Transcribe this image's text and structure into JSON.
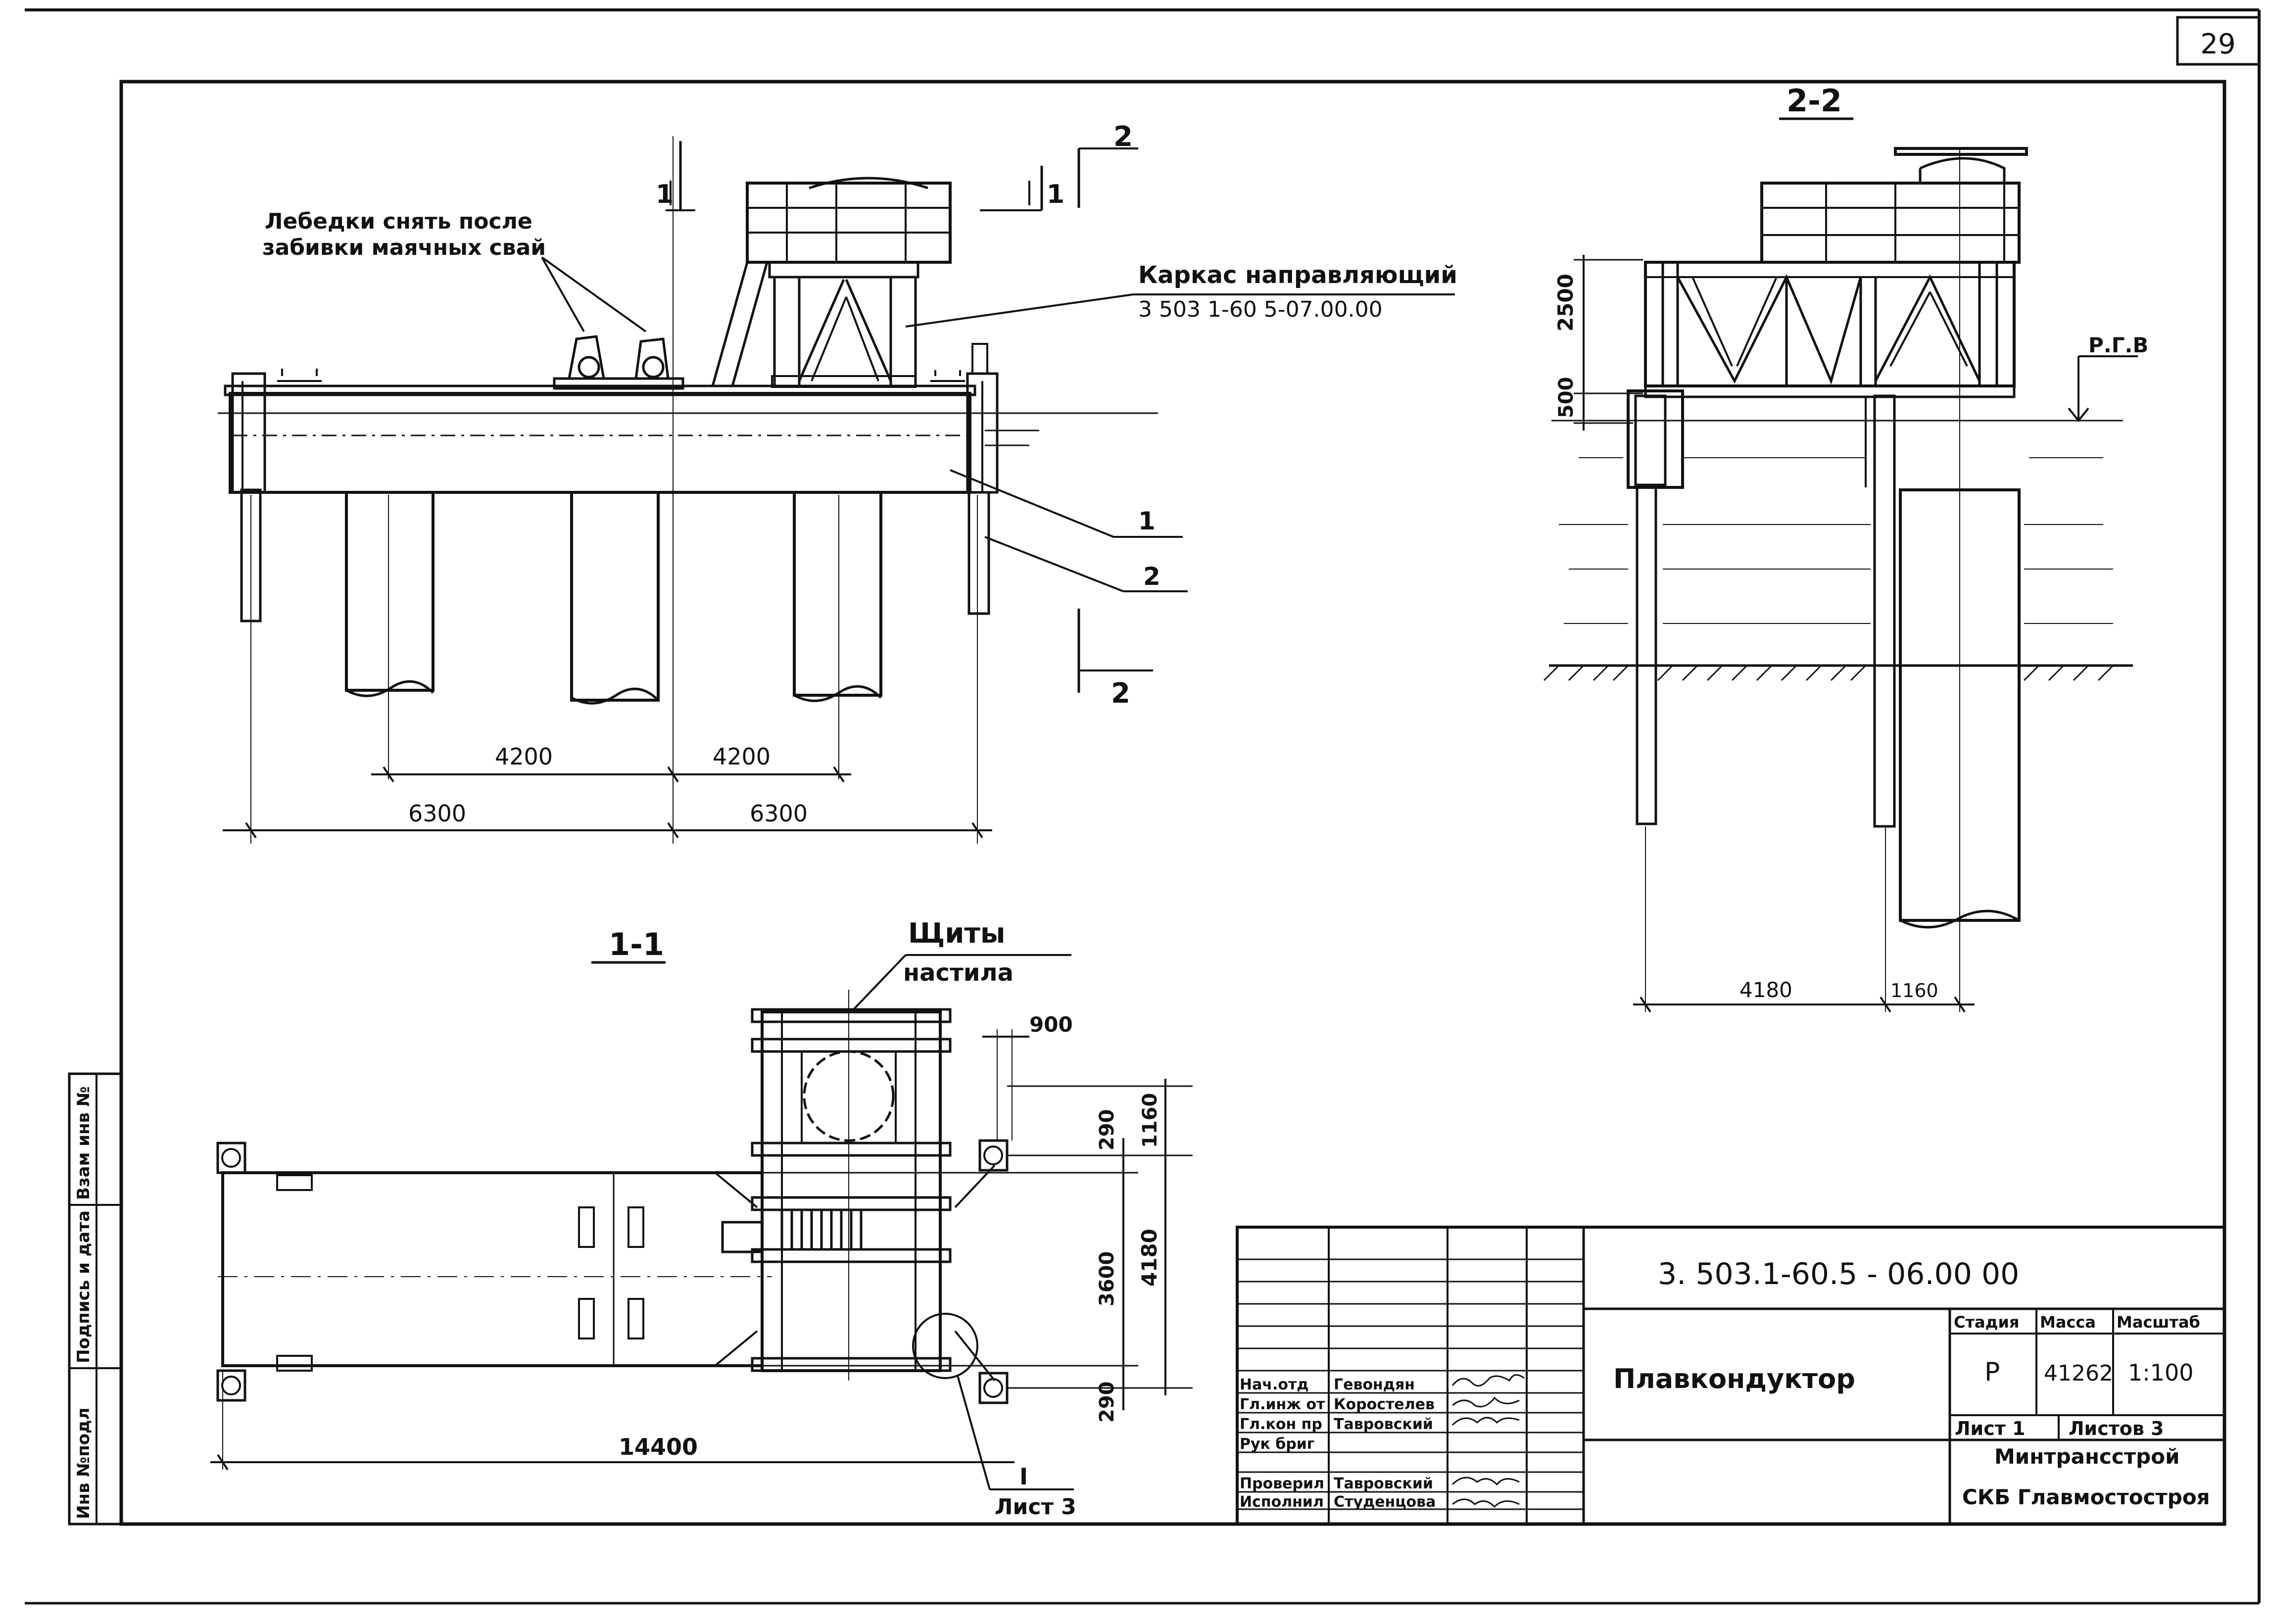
{
  "sheet_number": "29",
  "side_stamp": [
    "Инв №подл",
    "Подпись и дата",
    "Взам инв №"
  ],
  "elevation": {
    "winch_note": [
      "Лебедки снять после",
      "забивки маячных свай"
    ],
    "frame_label": "Каркас направляющий",
    "frame_code": "3 503 1-60 5-07.00.00",
    "cut_1": "1",
    "cut_2": "2",
    "item_1": "1",
    "item_2": "2",
    "dim_inner": [
      "4200",
      "4200"
    ],
    "dim_outer": [
      "6300",
      "6300"
    ]
  },
  "section_22": {
    "title": "2-2",
    "dim_2500": "2500",
    "dim_500": "500",
    "water_level": "Р.Г.В",
    "dim_4180": "4180",
    "dim_1160": "1160"
  },
  "section_11": {
    "title": "1-1",
    "shields": [
      "Щиты",
      "настила"
    ],
    "dim_900": "900",
    "dim_290_top": "290",
    "dim_1160": "1160",
    "dim_4180": "4180",
    "dim_3600": "3600",
    "dim_290_bot": "290",
    "dim_14400": "14400",
    "ref_mark": "I",
    "ref_sheet": "Лист 3"
  },
  "title_block": {
    "doc_code": "3. 503.1-60.5 - 06.00 00",
    "name": "Плавкондуктор",
    "stage_h": "Стадия",
    "mass_h": "Масса",
    "scale_h": "Масштаб",
    "stage": "Р",
    "mass": "41262",
    "scale": "1:100",
    "sheet": "Лист 1",
    "sheets": "Листов 3",
    "org1": "Минтрансстрой",
    "org2": "СКБ Главмостостроя",
    "roles": [
      "Нач.отд",
      "Гл.инж от",
      "Гл.кон пр",
      "Рук бриг",
      "Проверил",
      "Исполнил"
    ],
    "names": [
      "Гевондян",
      "Коростелев",
      "Тавровский",
      "",
      "Тавровский",
      "Студенцова"
    ]
  }
}
